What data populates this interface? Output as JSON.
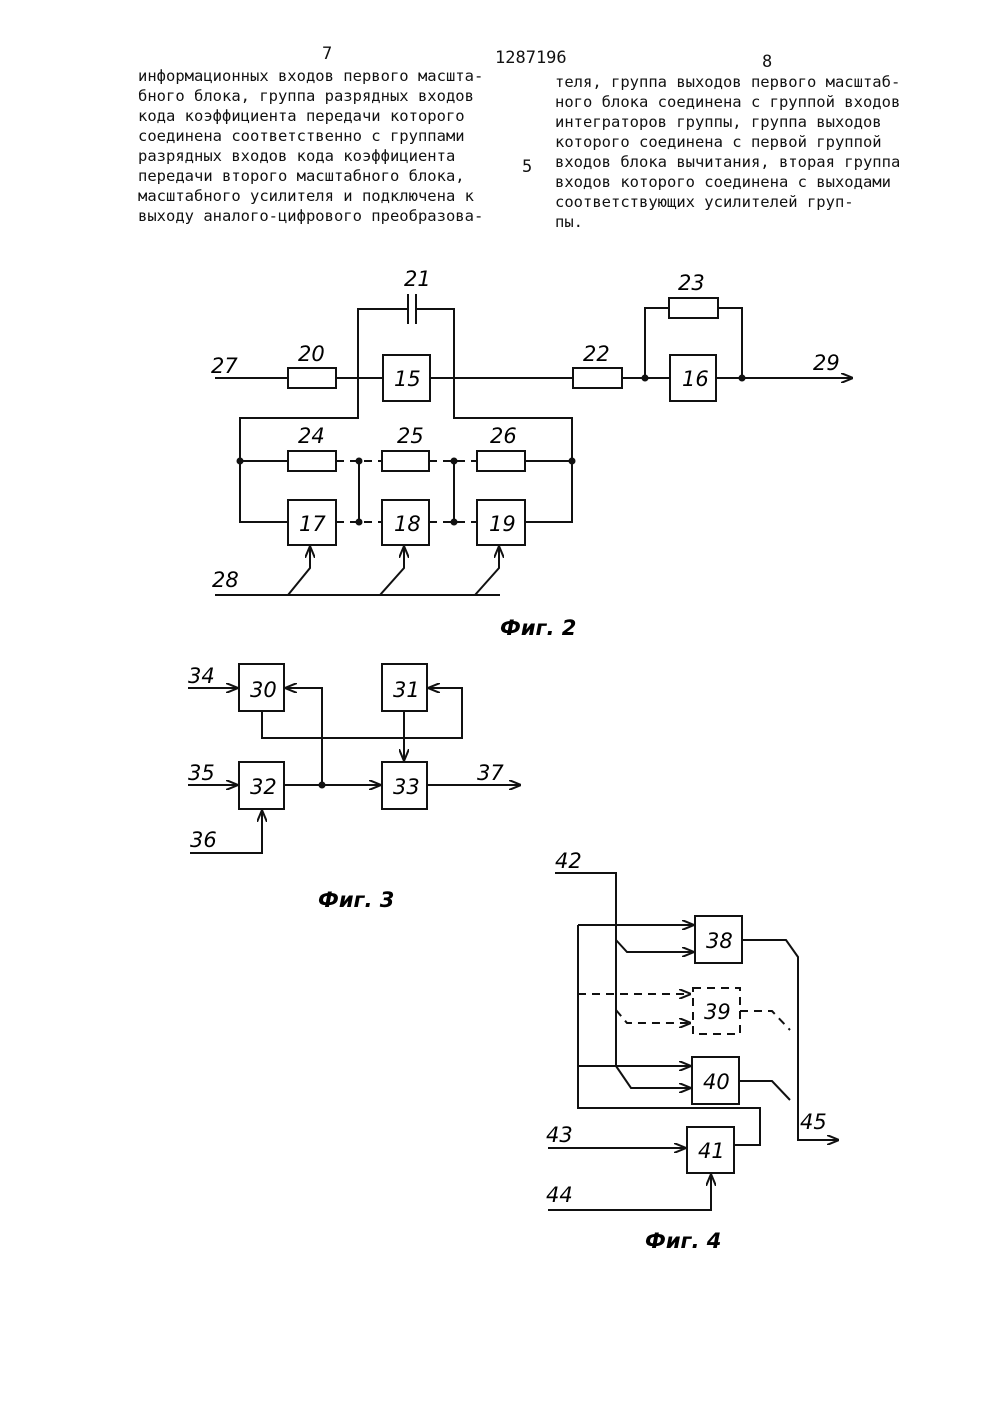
{
  "header": {
    "page_left": "7",
    "doc_number": "1287196",
    "page_right": "8",
    "margin_mark": "5"
  },
  "text": {
    "left_lines": [
      "информационных входов первого масшта-",
      "бного блока, группа разрядных входов",
      "кода коэффициента передачи которого",
      "соединена соответственно с группами",
      "разрядных входов кода коэффициента",
      "передачи второго масштабного блока,",
      "масштабного усилителя и подключена к",
      "выходу аналого-цифрового преобразова-"
    ],
    "right_lines": [
      "теля, группа выходов первого масштаб-",
      "ного блока соединена с группой входов",
      "интеграторов группы, группа выходов",
      "которого соединена с первой группой",
      "входов блока вычитания, вторая группа",
      "входов которого соединена с выходами",
      "соответствующих  усилителей  груп-",
      "пы."
    ]
  },
  "fig2": {
    "caption": "Фиг. 2",
    "labels": {
      "n15": "15",
      "n16": "16",
      "n17": "17",
      "n18": "18",
      "n19": "19",
      "n20": "20",
      "n21": "21",
      "n22": "22",
      "n23": "23",
      "n24": "24",
      "n25": "25",
      "n26": "26",
      "n27": "27",
      "n28": "28",
      "n29": "29"
    }
  },
  "fig3": {
    "caption": "Фиг. 3",
    "labels": {
      "n30": "30",
      "n31": "31",
      "n32": "32",
      "n33": "33",
      "n34": "34",
      "n35": "35",
      "n36": "36",
      "n37": "37"
    }
  },
  "fig4": {
    "caption": "Фиг. 4",
    "labels": {
      "n38": "38",
      "n39": "39",
      "n40": "40",
      "n41": "41",
      "n42": "42",
      "n43": "43",
      "n44": "44",
      "n45": "45"
    }
  }
}
